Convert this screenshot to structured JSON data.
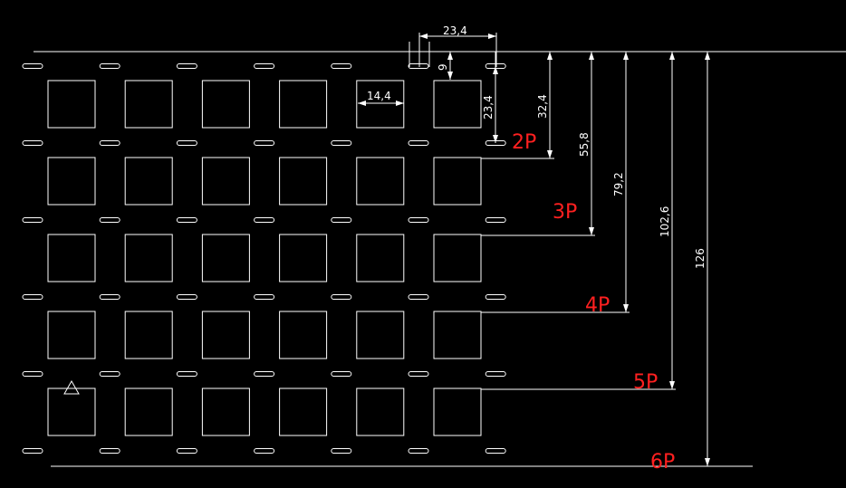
{
  "colors": {
    "background": "#000000",
    "line": "#ffffff",
    "pitch_label": "#ff2020"
  },
  "dimensions": {
    "pitch_horizontal": "23,4",
    "notch_offset": "9",
    "cavity_width": "14,4",
    "pitch_vertical": "23,4",
    "pitch_2": "32,4",
    "pitch_3": "55,8",
    "pitch_4": "79,2",
    "pitch_5": "102,6",
    "pitch_6": "126"
  },
  "pitch_labels": {
    "p2": "2P",
    "p3": "3P",
    "p4": "4P",
    "p5": "5P",
    "p6": "6P"
  },
  "grid": {
    "rows": 5,
    "columns": 6,
    "marker_icon": "triangle-marker-icon"
  }
}
